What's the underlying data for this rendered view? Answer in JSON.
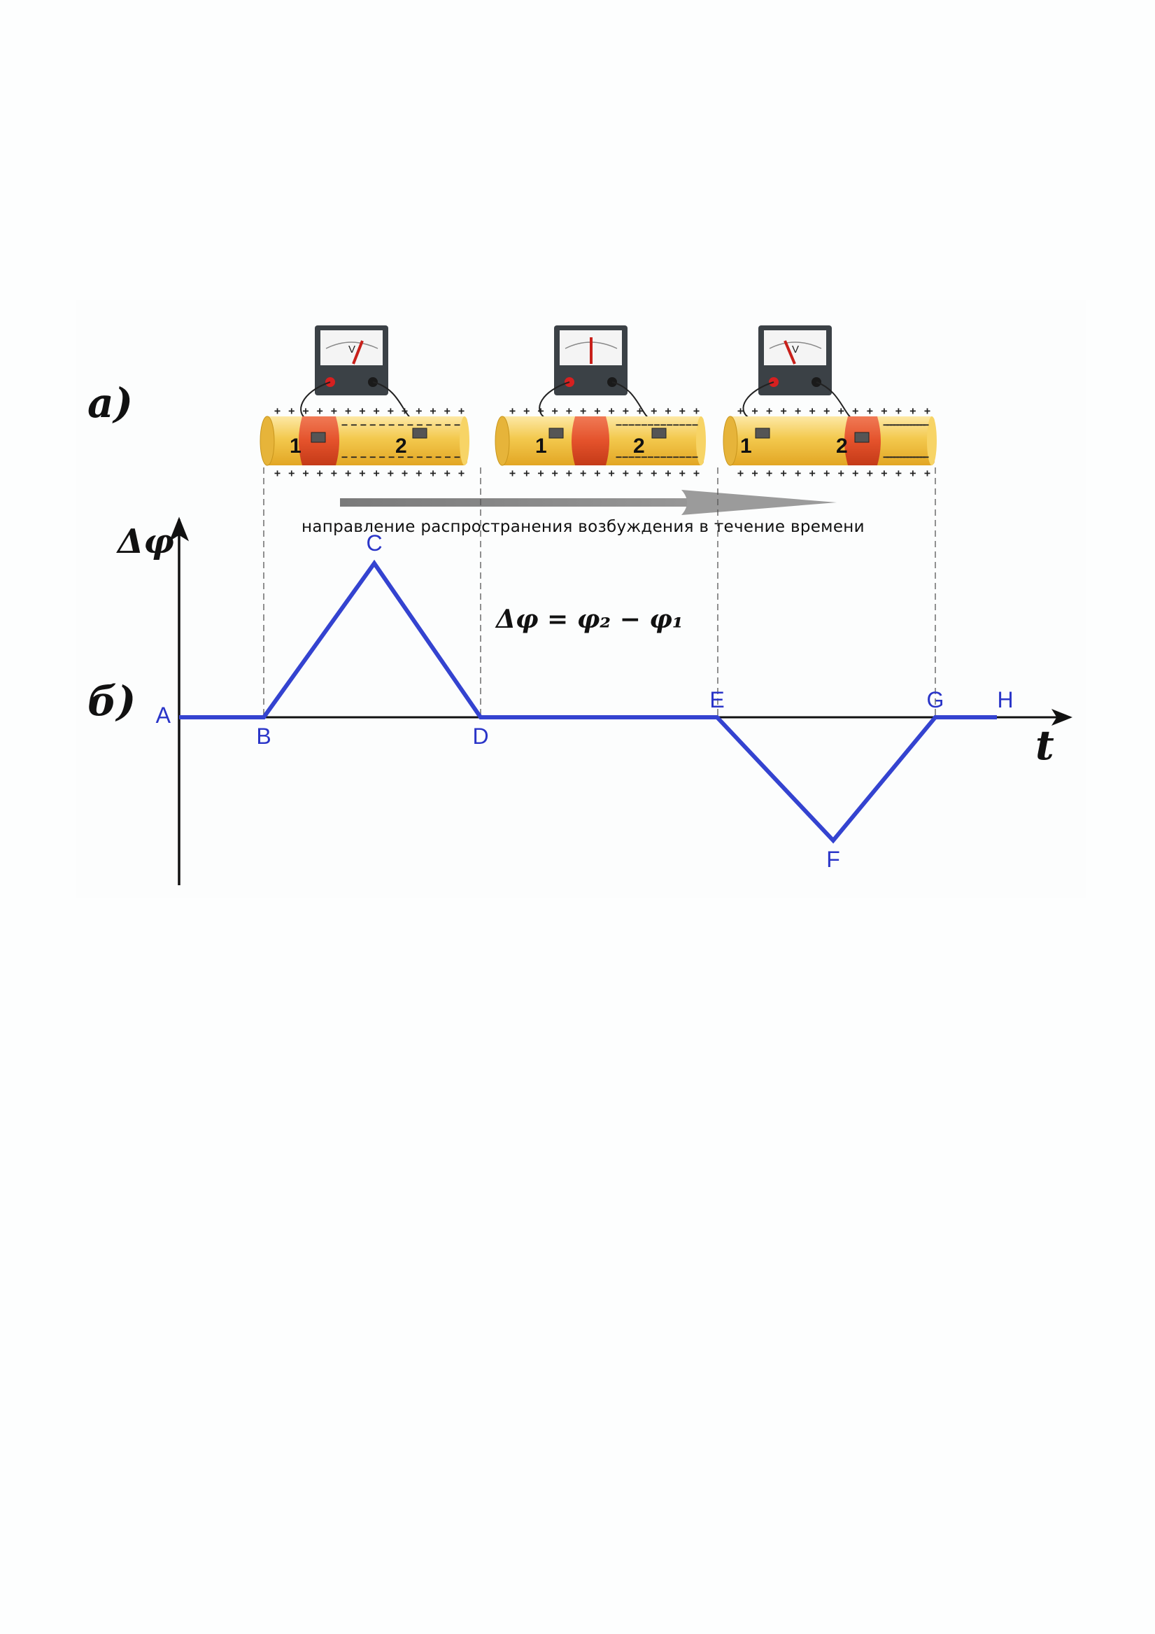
{
  "panel_a_label": "а)",
  "panel_b_label": "б)",
  "caption": "направление распространения возбуждения в течение времени",
  "formula": "Δφ = φ₂ − φ₁",
  "y_axis_label": "Δφ",
  "x_axis_label": "t",
  "electrodes": {
    "first": "1",
    "second": "2"
  },
  "voltmeter_letter": "V",
  "charges": {
    "positive_row": "+ + + + + + + + + + + + + +",
    "negative_row": "− − − − − − − − − − − − −"
  },
  "points": [
    "A",
    "B",
    "C",
    "D",
    "E",
    "F",
    "G",
    "H"
  ],
  "colors": {
    "graph_line": "#3443d0",
    "excited_region": "#e4522b",
    "axon": "#f3c94e",
    "meter_body": "#3b4146"
  },
  "chart_data": {
    "type": "line",
    "title": "",
    "xlabel": "t",
    "ylabel": "Δφ",
    "series": [
      {
        "name": "",
        "points": [
          {
            "label": "A",
            "x": 0,
            "y": 0
          },
          {
            "label": "B",
            "x": 1,
            "y": 0
          },
          {
            "label": "C",
            "x": 2,
            "y": 1
          },
          {
            "label": "D",
            "x": 3,
            "y": 0
          },
          {
            "label": "E",
            "x": 5,
            "y": 0
          },
          {
            "label": "F",
            "x": 6,
            "y": -0.8
          },
          {
            "label": "G",
            "x": 7,
            "y": 0
          },
          {
            "label": "H",
            "x": 7.6,
            "y": 0
          }
        ]
      }
    ]
  }
}
